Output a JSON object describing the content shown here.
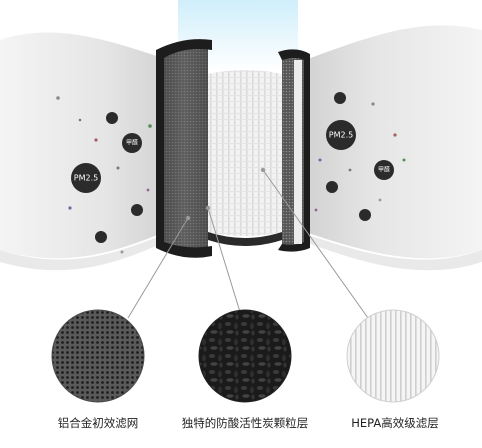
{
  "captions": {
    "aluminum_prefilter": "铝合金初效滤网",
    "activated_carbon": "独特的防酸活性炭颗粒层",
    "hepa": "HEPA高效级滤层"
  },
  "pollutant_labels": {
    "pm25": "PM2.5",
    "formaldehyde": "甲醛"
  },
  "colors": {
    "bubble": "#2b2b2b",
    "wave_shadow": "#d9d9d9",
    "leader_line": "#9a9a9a",
    "sky": "#dff2fb"
  }
}
